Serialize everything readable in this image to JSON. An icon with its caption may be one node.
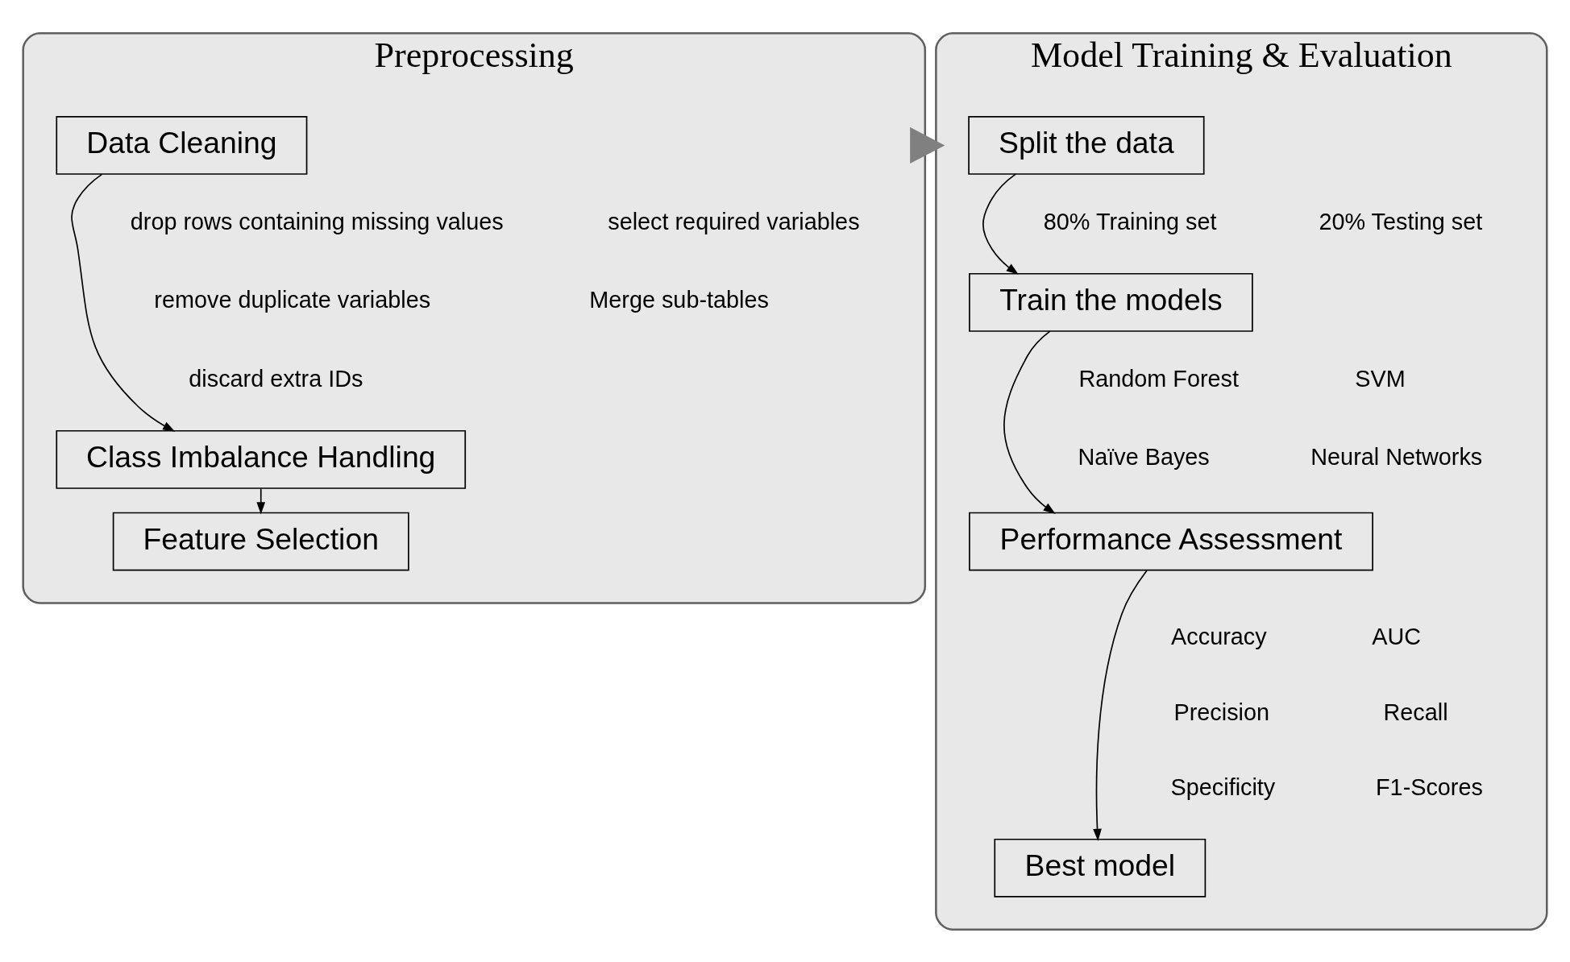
{
  "diagram": {
    "nodes": [
      {
        "text": [
          "Preprocessing"
        ]
      },
      {
        "text": [
          "Data Cleaning"
        ],
        "in": 0
      },
      {
        "text": [
          "Class Imbalance Handling"
        ],
        "in": 0
      },
      {
        "text": [
          "Feature Selection"
        ],
        "in": 0
      },
      {
        "text": [
          "Model Training & Evaluation"
        ]
      },
      {
        "text": [
          "Split the data"
        ],
        "in": 4
      },
      {
        "text": [
          "Train the models"
        ],
        "in": 4
      },
      {
        "text": [
          "Performance Assessment"
        ],
        "in": 4
      },
      {
        "text": [
          "Best model"
        ],
        "in": 4
      }
    ],
    "edges": [
      {
        "from": 1,
        "to": 2,
        "arrow": "to"
      },
      {
        "from": 2,
        "to": 3,
        "arrow": "to"
      },
      {
        "from": 0,
        "to": 4,
        "arrow": "to",
        "style": "thick"
      },
      {
        "from": 5,
        "to": 6,
        "arrow": "to"
      },
      {
        "from": 6,
        "to": 7,
        "arrow": "to"
      },
      {
        "from": 7,
        "to": 8,
        "arrow": "to"
      }
    ],
    "labels": [
      "drop rows containing missing values",
      "select required variables",
      "remove duplicate variables",
      "Merge sub-tables",
      "discard extra IDs",
      "80% Training set",
      "20% Testing set",
      "Random Forest",
      "SVM",
      "Naïve Bayes",
      "Neural Networks",
      "Accuracy",
      "AUC",
      "Precision",
      "Recall",
      "Specificity",
      "F1-Scores"
    ]
  }
}
